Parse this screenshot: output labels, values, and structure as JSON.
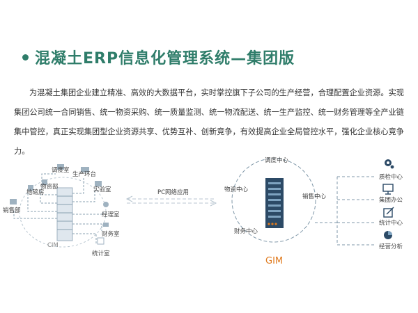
{
  "title": "混凝土ERP信息化管理系统—集团版",
  "description": "为混凝土集团企业建立精准、高效的大数据平台，实时掌控旗下子公司的生产经营，合理配置企业资源。实现集团公司统一合同销售、统一物资采购、统一质量监测、统一物流配送、统一生产监控、统一财务管理等全产业链集中管控，真正实现集团型企业资源共享、优势互补、创新竞争，有效提高企业全局管控水平，强化企业核心竞争力。",
  "left_diagram": {
    "name": "CIM",
    "nodes": [
      "调度室",
      "生产环台",
      "物资部",
      "实验室",
      "地磅房",
      "销售部",
      "经理室",
      "财务室",
      "统计室"
    ]
  },
  "link_label": "PC网络应用",
  "center_diagram": {
    "name": "GIM",
    "nodes": [
      "调度中心",
      "物资中心",
      "销售中心",
      "财务中心"
    ]
  },
  "right_list": {
    "items": [
      {
        "label": "质检中心",
        "icon": "gear-icon"
      },
      {
        "label": "集团办公",
        "icon": "monitor-icon"
      },
      {
        "label": "统计中心",
        "icon": "edit-icon"
      },
      {
        "label": "经营分析",
        "icon": "pie-chart-icon"
      }
    ]
  },
  "colors": {
    "title": "#2f7d6a",
    "accent": "#e07b1f",
    "line": "#7f97a8",
    "server": "#2c4a66"
  }
}
